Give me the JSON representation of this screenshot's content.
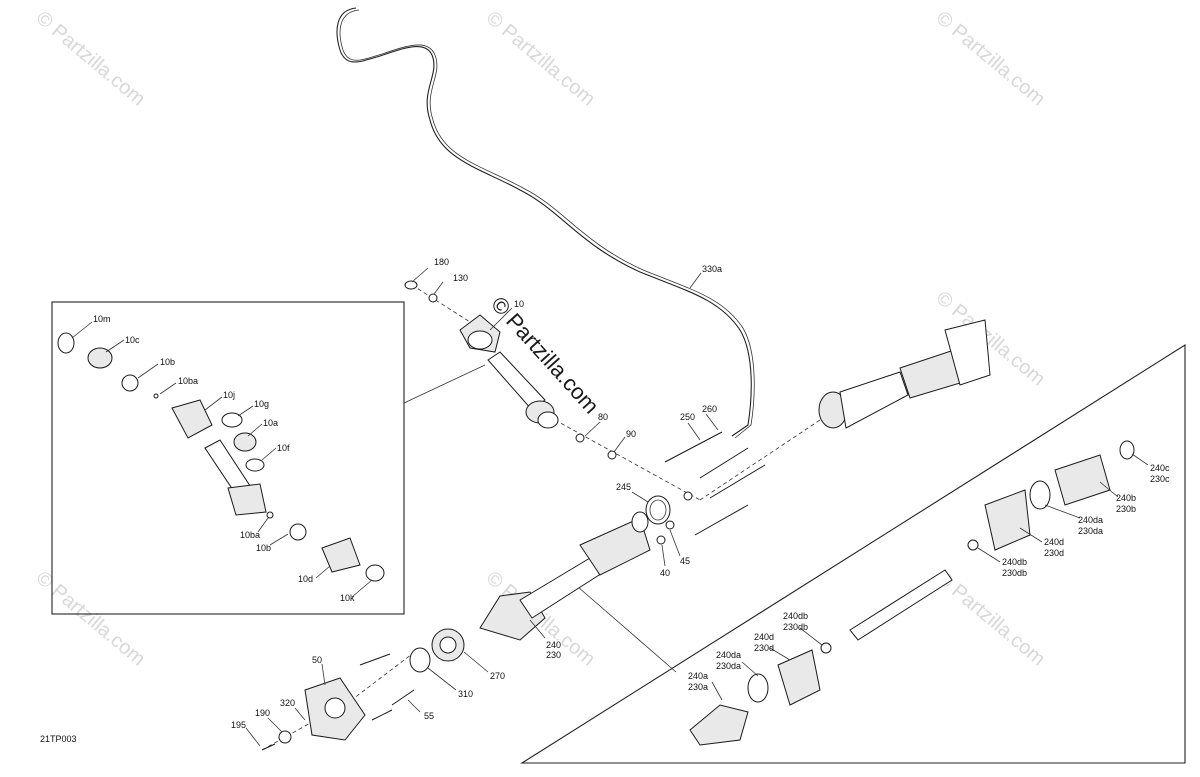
{
  "watermark": "© Partzilla.com",
  "diagram_code": "21TP003",
  "labels": {
    "l180": "180",
    "l130": "130",
    "l10": "10",
    "l330a": "330a",
    "l250": "250",
    "l260": "260",
    "l80": "80",
    "l90": "90",
    "l245": "245",
    "l40": "40",
    "l45": "45",
    "l240": "240",
    "l230": "230",
    "l270": "270",
    "l310": "310",
    "l50": "50",
    "l55": "55",
    "l320": "320",
    "l190": "190",
    "l195": "195",
    "l10m": "10m",
    "l10c": "10c",
    "l10b": "10b",
    "l10ba": "10ba",
    "l10j": "10j",
    "l10g": "10g",
    "l10a": "10a",
    "l10f": "10f",
    "l10ba2": "10ba",
    "l10b2": "10b",
    "l10d": "10d",
    "l10k": "10k",
    "l240c": "240c",
    "l230c": "230c",
    "l240b": "240b",
    "l230b": "230b",
    "l240da": "240da",
    "l230da": "230da",
    "l240d": "240d",
    "l230d": "230d",
    "l240db": "240db",
    "l230db": "230db",
    "l240db2": "240db",
    "l230db2": "230db",
    "l240d2": "240d",
    "l230d2": "230d",
    "l240da2": "240da",
    "l230da2": "230da",
    "l240a": "240a",
    "l230a": "230a"
  }
}
